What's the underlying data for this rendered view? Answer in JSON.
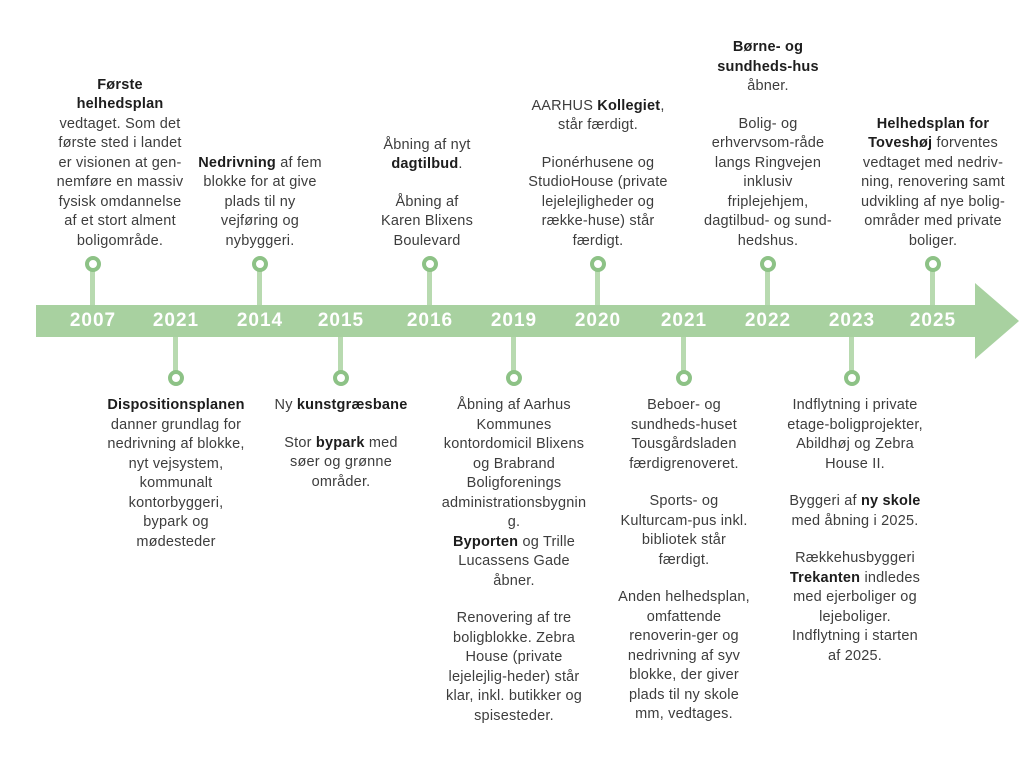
{
  "timeline": {
    "years": [
      "2007",
      "2021",
      "2014",
      "2015",
      "2016",
      "2019",
      "2020",
      "2021",
      "2022",
      "2023",
      "2025"
    ],
    "band_color": "#a8d1a0",
    "marker_ring_color": "#8dc286",
    "stem_color": "#b8dab0",
    "year_text_color": "#ffffff",
    "body_text_color": "#3d3d3d",
    "bold_text_color": "#1d1d1d"
  },
  "events": [
    {
      "year": "2007",
      "position": "above",
      "paragraphs": [
        [
          [
            {
              "t": "Første",
              "b": true
            }
          ],
          [
            {
              "t": "helhedsplan",
              "b": true
            }
          ],
          [
            {
              "t": "vedtaget. Som det",
              "b": false
            }
          ],
          [
            {
              "t": "første sted i landet",
              "b": false
            }
          ],
          [
            {
              "t": "er visionen at gen-",
              "b": false
            }
          ],
          [
            {
              "t": "nemføre en massiv",
              "b": false
            }
          ],
          [
            {
              "t": "fysisk omdannelse",
              "b": false
            }
          ],
          [
            {
              "t": "af et stort alment",
              "b": false
            }
          ],
          [
            {
              "t": "boligområde.",
              "b": false
            }
          ]
        ]
      ]
    },
    {
      "year": "2021",
      "position": "below",
      "paragraphs": [
        [
          [
            {
              "t": "Dispositionsplanen",
              "b": true
            }
          ],
          [
            {
              "t": "danner grundlag for",
              "b": false
            }
          ],
          [
            {
              "t": "nedrivning af blokke,",
              "b": false
            }
          ],
          [
            {
              "t": "nyt vejsystem,",
              "b": false
            }
          ],
          [
            {
              "t": "kommunalt",
              "b": false
            }
          ],
          [
            {
              "t": "kontorbyggeri,",
              "b": false
            }
          ],
          [
            {
              "t": "bypark og",
              "b": false
            }
          ],
          [
            {
              "t": "mødesteder",
              "b": false
            }
          ]
        ]
      ]
    },
    {
      "year": "2014",
      "position": "above",
      "paragraphs": [
        [
          [
            {
              "t": "Nedrivning",
              "b": true
            },
            {
              "t": " af fem",
              "b": false
            }
          ],
          [
            {
              "t": "blokke for at give",
              "b": false
            }
          ],
          [
            {
              "t": "plads til ny",
              "b": false
            }
          ],
          [
            {
              "t": "vejføring og",
              "b": false
            }
          ],
          [
            {
              "t": "nybyggeri.",
              "b": false
            }
          ]
        ]
      ]
    },
    {
      "year": "2015",
      "position": "below",
      "paragraphs": [
        [
          [
            {
              "t": "Ny ",
              "b": false
            },
            {
              "t": "kunstgræsbane",
              "b": true
            }
          ]
        ],
        [
          [
            {
              "t": "Stor ",
              "b": false
            },
            {
              "t": "bypark",
              "b": true
            },
            {
              "t": " med",
              "b": false
            }
          ],
          [
            {
              "t": "søer og grønne",
              "b": false
            }
          ],
          [
            {
              "t": "områder.",
              "b": false
            }
          ]
        ]
      ]
    },
    {
      "year": "2016",
      "position": "above",
      "paragraphs": [
        [
          [
            {
              "t": "Åbning af nyt",
              "b": false
            }
          ],
          [
            {
              "t": "dagtilbud",
              "b": true
            },
            {
              "t": ".",
              "b": false
            }
          ]
        ],
        [
          [
            {
              "t": "Åbning af",
              "b": false
            }
          ],
          [
            {
              "t": "Karen Blixens",
              "b": false
            }
          ],
          [
            {
              "t": "Boulevard",
              "b": false
            }
          ]
        ]
      ]
    },
    {
      "year": "2019",
      "position": "below",
      "paragraphs": [
        [
          [
            {
              "t": "Åbning af Aarhus",
              "b": false
            }
          ],
          [
            {
              "t": "Kommunes",
              "b": false
            }
          ],
          [
            {
              "t": "kontordomicil Blixens",
              "b": false
            }
          ],
          [
            {
              "t": "og Brabrand",
              "b": false
            }
          ],
          [
            {
              "t": "Boligforenings",
              "b": false
            }
          ],
          [
            {
              "t": "administrationsbygnin",
              "b": false
            }
          ],
          [
            {
              "t": "g.",
              "b": false
            }
          ],
          [
            {
              "t": "Byporten",
              "b": true
            },
            {
              "t": " og Trille",
              "b": false
            }
          ],
          [
            {
              "t": "Lucassens Gade",
              "b": false
            }
          ],
          [
            {
              "t": "åbner.",
              "b": false
            }
          ]
        ],
        [
          [
            {
              "t": "Renovering af tre",
              "b": false
            }
          ],
          [
            {
              "t": "boligblokke. Zebra",
              "b": false
            }
          ],
          [
            {
              "t": "House (private",
              "b": false
            }
          ],
          [
            {
              "t": "lejelejlig-heder) står",
              "b": false
            }
          ],
          [
            {
              "t": "klar, inkl. butikker og",
              "b": false
            }
          ],
          [
            {
              "t": "spisesteder.",
              "b": false
            }
          ]
        ]
      ]
    },
    {
      "year": "2020",
      "position": "above",
      "paragraphs": [
        [
          [
            {
              "t": "AARHUS ",
              "b": false
            },
            {
              "t": "Kollegiet",
              "b": true
            },
            {
              "t": ",",
              "b": false
            }
          ],
          [
            {
              "t": "står færdigt.",
              "b": false
            }
          ]
        ],
        [
          [
            {
              "t": "Pionérhusene og",
              "b": false
            }
          ],
          [
            {
              "t": "StudioHouse (private",
              "b": false
            }
          ],
          [
            {
              "t": "lejelejligheder og",
              "b": false
            }
          ],
          [
            {
              "t": "række-huse) står",
              "b": false
            }
          ],
          [
            {
              "t": "færdigt.",
              "b": false
            }
          ]
        ]
      ]
    },
    {
      "year": "2021",
      "position": "below",
      "paragraphs": [
        [
          [
            {
              "t": "Beboer- og",
              "b": false
            }
          ],
          [
            {
              "t": "sundheds-huset",
              "b": false
            }
          ],
          [
            {
              "t": "Tousgårdsladen",
              "b": false
            }
          ],
          [
            {
              "t": "færdigrenoveret.",
              "b": false
            }
          ]
        ],
        [
          [
            {
              "t": "Sports- og",
              "b": false
            }
          ],
          [
            {
              "t": "Kulturcam-pus inkl.",
              "b": false
            }
          ],
          [
            {
              "t": "bibliotek står",
              "b": false
            }
          ],
          [
            {
              "t": "færdigt.",
              "b": false
            }
          ]
        ],
        [
          [
            {
              "t": "Anden helhedsplan,",
              "b": false
            }
          ],
          [
            {
              "t": "omfattende",
              "b": false
            }
          ],
          [
            {
              "t": "renoverin-ger og",
              "b": false
            }
          ],
          [
            {
              "t": "nedrivning af syv",
              "b": false
            }
          ],
          [
            {
              "t": "blokke, der giver",
              "b": false
            }
          ],
          [
            {
              "t": "plads til ny skole",
              "b": false
            }
          ],
          [
            {
              "t": "mm, vedtages.",
              "b": false
            }
          ]
        ]
      ]
    },
    {
      "year": "2022",
      "position": "above",
      "paragraphs": [
        [
          [
            {
              "t": "Børne- og",
              "b": true
            }
          ],
          [
            {
              "t": "sundheds-hus",
              "b": true
            }
          ],
          [
            {
              "t": "åbner.",
              "b": false
            }
          ]
        ],
        [
          [
            {
              "t": "Bolig- og",
              "b": false
            }
          ],
          [
            {
              "t": "erhvervsom-råde",
              "b": false
            }
          ],
          [
            {
              "t": "langs Ringvejen",
              "b": false
            }
          ],
          [
            {
              "t": "inklusiv",
              "b": false
            }
          ],
          [
            {
              "t": "friplejehjem,",
              "b": false
            }
          ],
          [
            {
              "t": "dagtilbud- og sund-",
              "b": false
            }
          ],
          [
            {
              "t": "hedshus.",
              "b": false
            }
          ]
        ]
      ]
    },
    {
      "year": "2023",
      "position": "below",
      "paragraphs": [
        [
          [
            {
              "t": "Indflytning i private",
              "b": false
            }
          ],
          [
            {
              "t": "etage-boligprojekter,",
              "b": false
            }
          ],
          [
            {
              "t": "Abildhøj og Zebra",
              "b": false
            }
          ],
          [
            {
              "t": "House II.",
              "b": false
            }
          ]
        ],
        [
          [
            {
              "t": "Byggeri af ",
              "b": false
            },
            {
              "t": "ny skole",
              "b": true
            }
          ],
          [
            {
              "t": "med åbning i 2025.",
              "b": false
            }
          ]
        ],
        [
          [
            {
              "t": "Rækkehusbyggeri",
              "b": false
            }
          ],
          [
            {
              "t": "Trekanten",
              "b": true
            },
            {
              "t": " indledes",
              "b": false
            }
          ],
          [
            {
              "t": "med ejerboliger og",
              "b": false
            }
          ],
          [
            {
              "t": "lejeboliger.",
              "b": false
            }
          ],
          [
            {
              "t": "Indflytning i starten",
              "b": false
            }
          ],
          [
            {
              "t": "af 2025.",
              "b": false
            }
          ]
        ]
      ]
    },
    {
      "year": "2025",
      "position": "above",
      "paragraphs": [
        [
          [
            {
              "t": "Helhedsplan for",
              "b": true
            }
          ],
          [
            {
              "t": "Toveshøj",
              "b": true
            },
            {
              "t": " forventes",
              "b": false
            }
          ],
          [
            {
              "t": "vedtaget med nedriv-",
              "b": false
            }
          ],
          [
            {
              "t": "ning, renovering samt",
              "b": false
            }
          ],
          [
            {
              "t": "udvikling af nye bolig-",
              "b": false
            }
          ],
          [
            {
              "t": "områder med private",
              "b": false
            }
          ],
          [
            {
              "t": "boliger.",
              "b": false
            }
          ]
        ]
      ]
    }
  ]
}
